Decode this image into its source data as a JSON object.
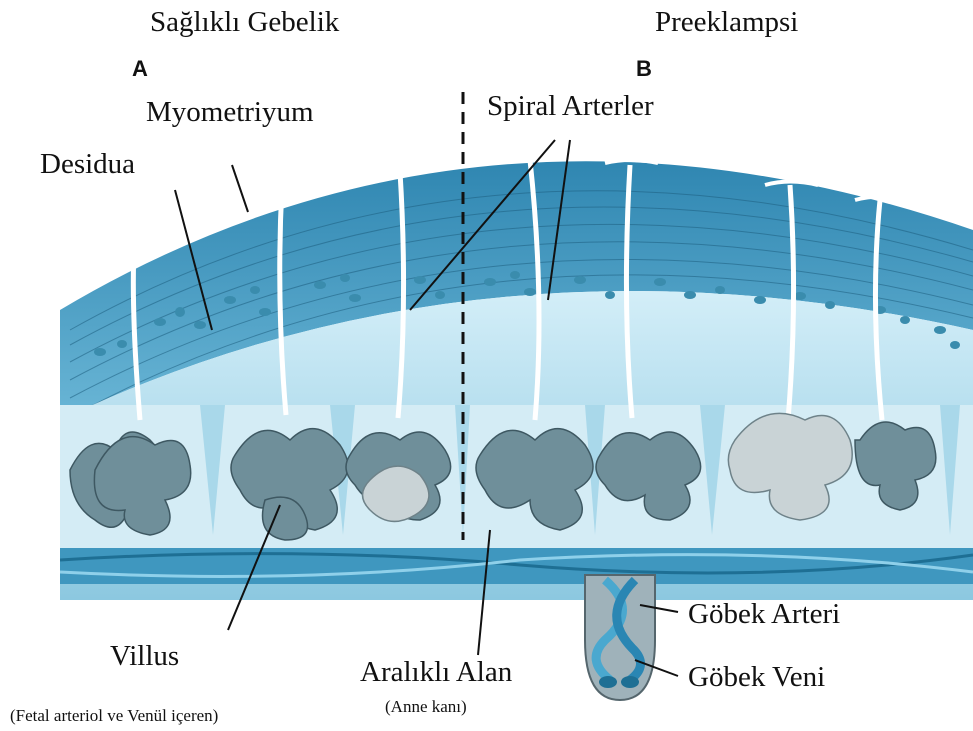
{
  "titles": {
    "left": "Sağlıklı Gebelik",
    "right": "Preeklampsi"
  },
  "panels": {
    "left": "A",
    "right": "B"
  },
  "labels": {
    "myometrium": "Myometriyum",
    "decidua": "Desidua",
    "spiral_arteries": "Spiral Arterler",
    "villus": "Villus",
    "villus_note": "(Fetal  arteriol ve Venül içeren)",
    "intervillous": "Aralıklı Alan",
    "intervillous_note": "(Anne kanı)",
    "umbilical_artery": "Göbek Arteri",
    "umbilical_vein": "Göbek Veni"
  },
  "colors": {
    "myometrium": "#3f97bf",
    "decidua": "#a9d8ea",
    "intervillous": "#d4ecf5",
    "villus": "#6f8f9a",
    "villus_pale": "#c9d3d6",
    "cord": "#9fb2ba",
    "vessel": "#4aa8cf"
  }
}
